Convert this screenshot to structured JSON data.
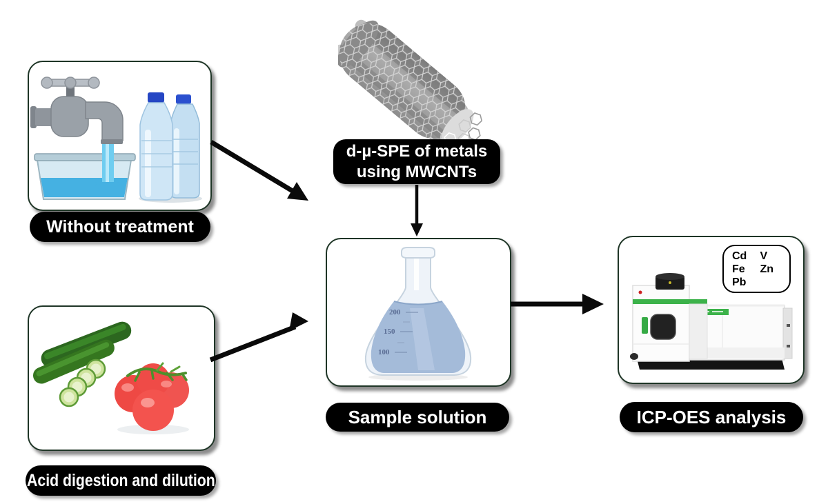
{
  "nodes": {
    "water": {
      "label": "Without treatment"
    },
    "produce": {
      "label": "Acid digestion and dilution"
    },
    "mwcnt": {
      "label_line1": "d-µ-SPE of metals",
      "label_line2": "using MWCNTs"
    },
    "flask": {
      "label": "Sample solution",
      "graduations": [
        "200",
        "150",
        "100"
      ]
    },
    "instrument": {
      "label": "ICP-OES analysis",
      "metals": [
        "Cd",
        "V",
        "Fe",
        "Zn",
        "Pb"
      ]
    }
  },
  "illustrations": {
    "water": "tap-water-and-bottled-water",
    "produce": "cucumbers-and-tomatoes",
    "mwcnt": "multiwalled-carbon-nanotube",
    "flask": "erlenmeyer-flask-with-blue-solution",
    "instrument": "icp-oes-spectrometer"
  },
  "colors": {
    "panel_border": "#1e3526",
    "label_bg": "#000000",
    "label_text": "#ffffff",
    "tap_water_blue": "#45b1e2",
    "solution_blue": "#a4bbd9",
    "instrument_green": "#3cb24a",
    "arrow_black": "#0a0a0a"
  }
}
